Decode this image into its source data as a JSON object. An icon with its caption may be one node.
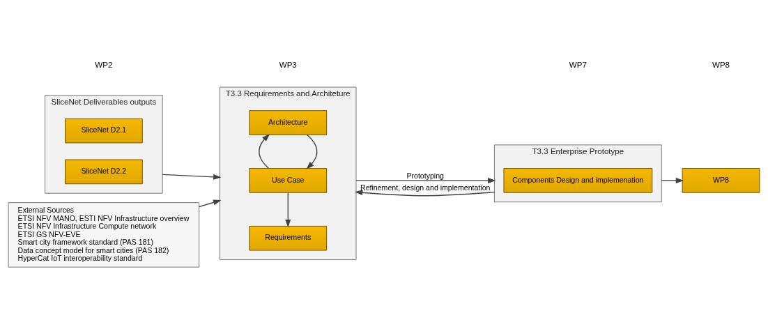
{
  "diagram": {
    "nodes": [
      {
        "text": [
          "SliceNet Deliverables outputs"
        ]
      },
      {
        "text": [
          "SliceNet D2.1"
        ],
        "in": 0
      },
      {
        "text": [
          "SliceNet D2.2"
        ],
        "in": 0
      },
      {
        "text": [
          "External Sources",
          "ETSI NFV MANO, ESTI NFV Infrastructure overview",
          "ETSI NFV Infrastructure Compute network",
          "ETSI GS NFV-EVE",
          "Smart city framework standard (PAS 181)",
          "Data concept model for smart cities (PAS 182)",
          "HyperCat IoT interoperability standard"
        ]
      },
      {
        "text": [
          "T3.3 Requirements and Architeture"
        ]
      },
      {
        "text": [
          "Architecture"
        ],
        "in": 4
      },
      {
        "text": [
          "Use Case"
        ],
        "in": 4
      },
      {
        "text": [
          "Requirements"
        ],
        "in": 4
      },
      {
        "text": [
          "T3.3 Enterprise Prototype"
        ]
      },
      {
        "text": [
          "Components Design and implemenation"
        ],
        "in": 8
      },
      {
        "text": [
          "WP8"
        ]
      }
    ],
    "edges": [
      {
        "from": 0,
        "to": 4,
        "arrow": "to"
      },
      {
        "from": 3,
        "to": 4,
        "arrow": "to"
      },
      {
        "from": 5,
        "to": 6,
        "arrow": "to"
      },
      {
        "from": 6,
        "to": 7,
        "arrow": "to"
      },
      {
        "from": 6,
        "to": 5,
        "arrow": "to"
      },
      {
        "from": 4,
        "to": 8,
        "label": "Prototyping",
        "arrow": "to"
      },
      {
        "from": 8,
        "to": 4,
        "label": "Refinement, design and implementation",
        "arrow": "to"
      },
      {
        "from": 8,
        "to": 10,
        "arrow": "to"
      }
    ],
    "labels": [
      "WP2",
      "WP3",
      "WP7",
      "WP8"
    ]
  }
}
